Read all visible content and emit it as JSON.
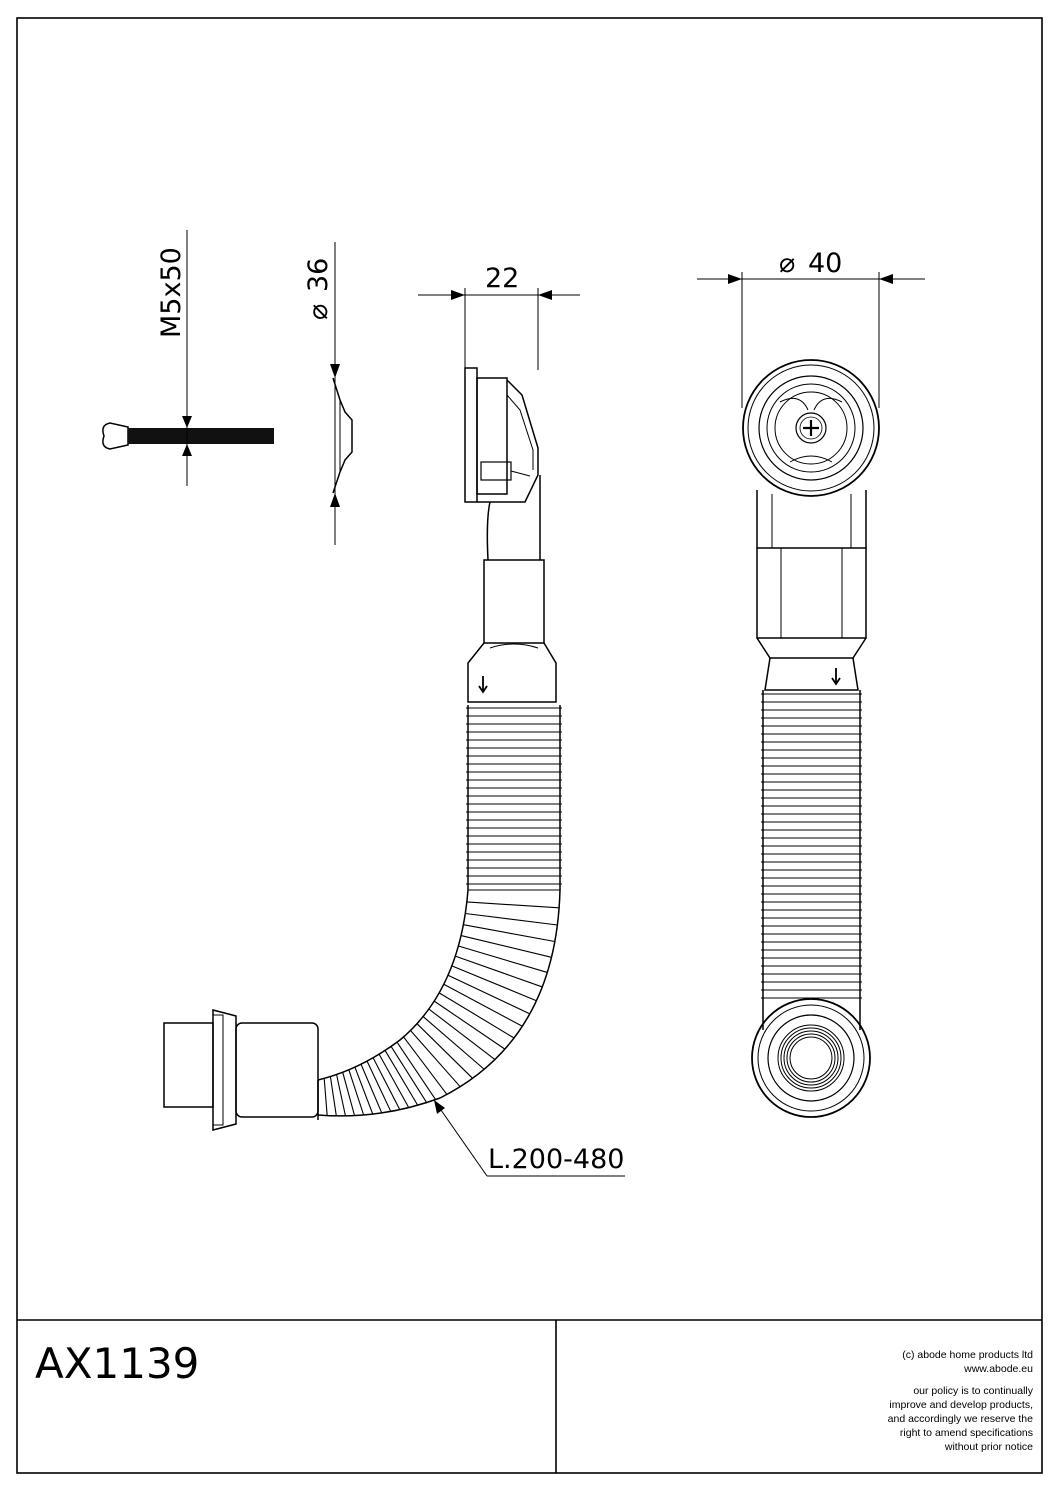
{
  "drawing": {
    "dimensions": {
      "bolt": "M5x50",
      "washer": "36",
      "offset": "22",
      "diameter": "40",
      "hose_length": "L.200-480"
    }
  },
  "title_block": {
    "product_code": "AX1139",
    "copyright": "(c) abode home products ltd",
    "website": "www.abode.eu",
    "policy_lines": [
      "our policy is to continually",
      "improve and develop products,",
      "and accordingly we reserve the",
      "right to amend specifications",
      "without prior notice"
    ]
  }
}
